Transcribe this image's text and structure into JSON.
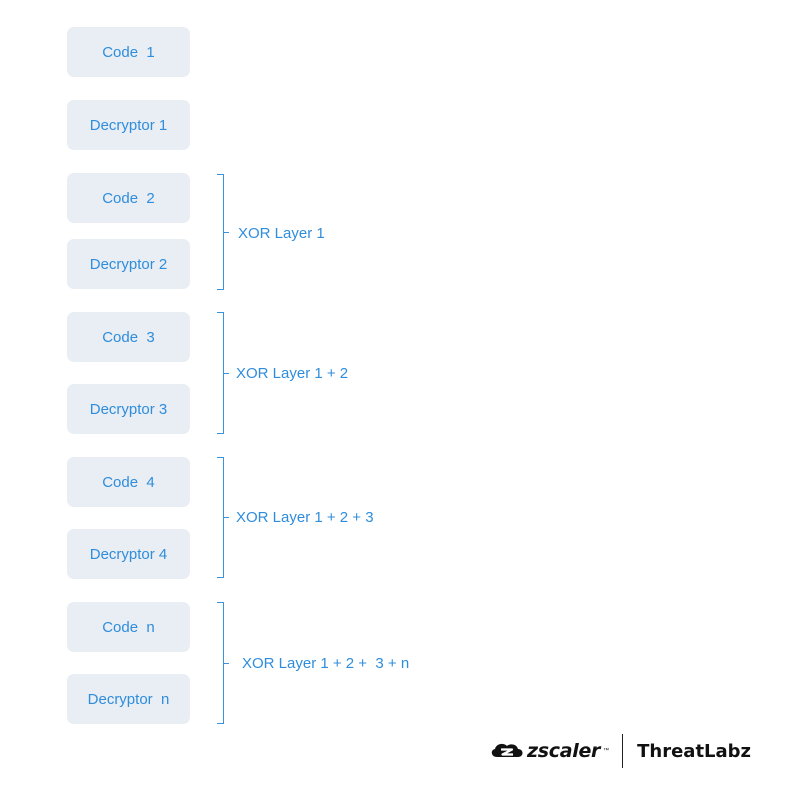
{
  "blocks": [
    {
      "label": "Code  1"
    },
    {
      "label": "Decryptor 1"
    },
    {
      "label": "Code  2"
    },
    {
      "label": "Decryptor 2"
    },
    {
      "label": "Code  3"
    },
    {
      "label": "Decryptor 3"
    },
    {
      "label": "Code  4"
    },
    {
      "label": "Decryptor 4"
    },
    {
      "label": "Code  n"
    },
    {
      "label": "Decryptor  n"
    }
  ],
  "layers": [
    {
      "label": "XOR Layer 1"
    },
    {
      "label": "XOR Layer 1 + 2"
    },
    {
      "label": "XOR Layer 1 + 2 + 3"
    },
    {
      "label": "XOR Layer 1 + 2 +  3 + n"
    }
  ],
  "footer": {
    "brand": "zscaler",
    "brand_tm": "™",
    "brand_icon": "zscaler-cloud-logo",
    "partner": "ThreatLabz"
  },
  "colors": {
    "accent": "#2f8ddc",
    "block_fill": "#e8eef4",
    "text_dark": "#111111"
  }
}
